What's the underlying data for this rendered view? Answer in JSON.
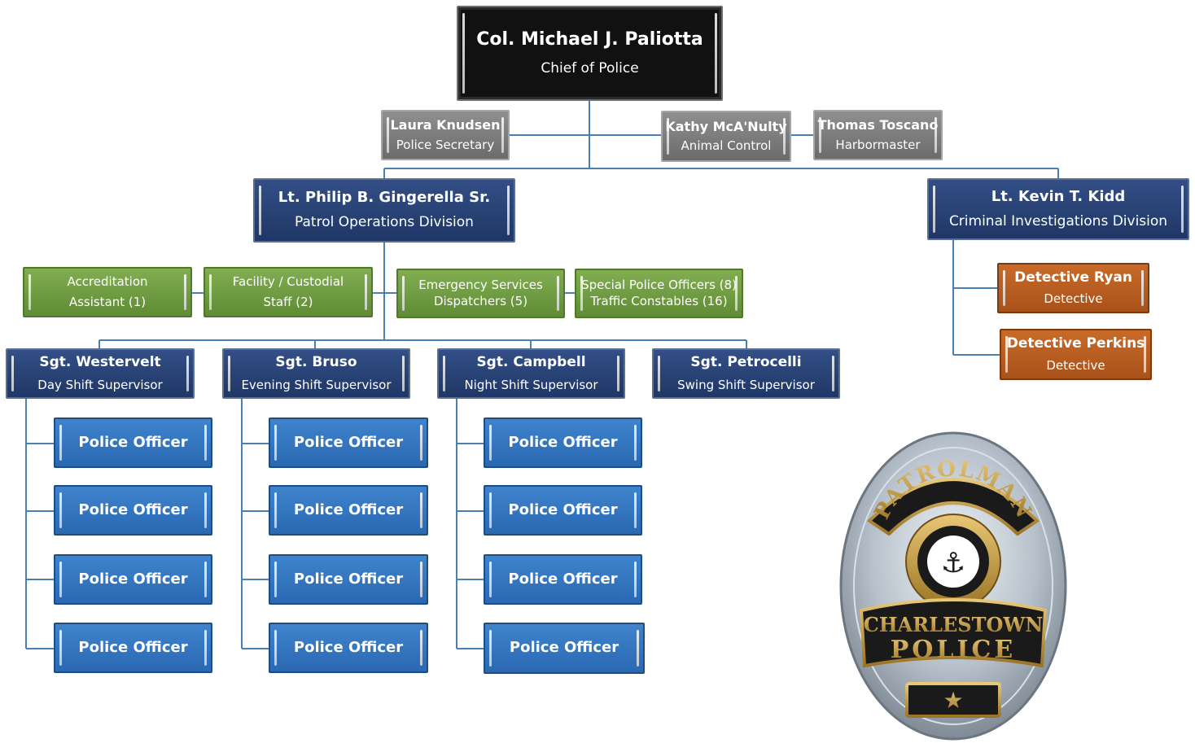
{
  "chief": {
    "name": "Col. Michael J. Paliotta",
    "title": "Chief of Police"
  },
  "staff": [
    {
      "name": "Laura Knudsen",
      "title": "Police Secretary"
    },
    {
      "name": "Kathy McA'Nulty",
      "title": "Animal Control"
    },
    {
      "name": "Thomas Toscano",
      "title": "Harbormaster"
    }
  ],
  "patrol": {
    "name": "Lt. Philip B. Gingerella Sr.",
    "title": "Patrol Operations Division"
  },
  "cid": {
    "name": "Lt. Kevin T. Kidd",
    "title": "Criminal Investigations Division"
  },
  "support": [
    {
      "line1": "Accreditation",
      "line2": "Assistant (1)"
    },
    {
      "line1": "Facility / Custodial",
      "line2": "Staff (2)"
    },
    {
      "line1": "Emergency Services",
      "line2": "Dispatchers (5)"
    },
    {
      "line1": "Special Police Officers (8)",
      "line2": "Traffic Constables (16)"
    }
  ],
  "detectives": [
    {
      "name": "Detective Ryan",
      "title": "Detective"
    },
    {
      "name": "Detective Perkins",
      "title": "Detective"
    }
  ],
  "sergeants": [
    {
      "name": "Sgt. Westervelt",
      "title": "Day Shift Supervisor"
    },
    {
      "name": "Sgt. Bruso",
      "title": "Evening Shift Supervisor"
    },
    {
      "name": "Sgt. Campbell",
      "title": "Night Shift Supervisor"
    },
    {
      "name": "Sgt. Petrocelli",
      "title": "Swing Shift Supervisor"
    }
  ],
  "officer_label": "Police Officer",
  "badge": {
    "top_text": "PATROLMAN",
    "middle_text": "CHARLESTOWN",
    "bottom_text": "POLICE"
  },
  "colors": {
    "chief": "#111111",
    "staff": "#7a7a7a",
    "division": "#243f73",
    "support": "#6f9c42",
    "detective": "#b95e22",
    "officer": "#3577c0",
    "connector": "#4a7fb5"
  }
}
